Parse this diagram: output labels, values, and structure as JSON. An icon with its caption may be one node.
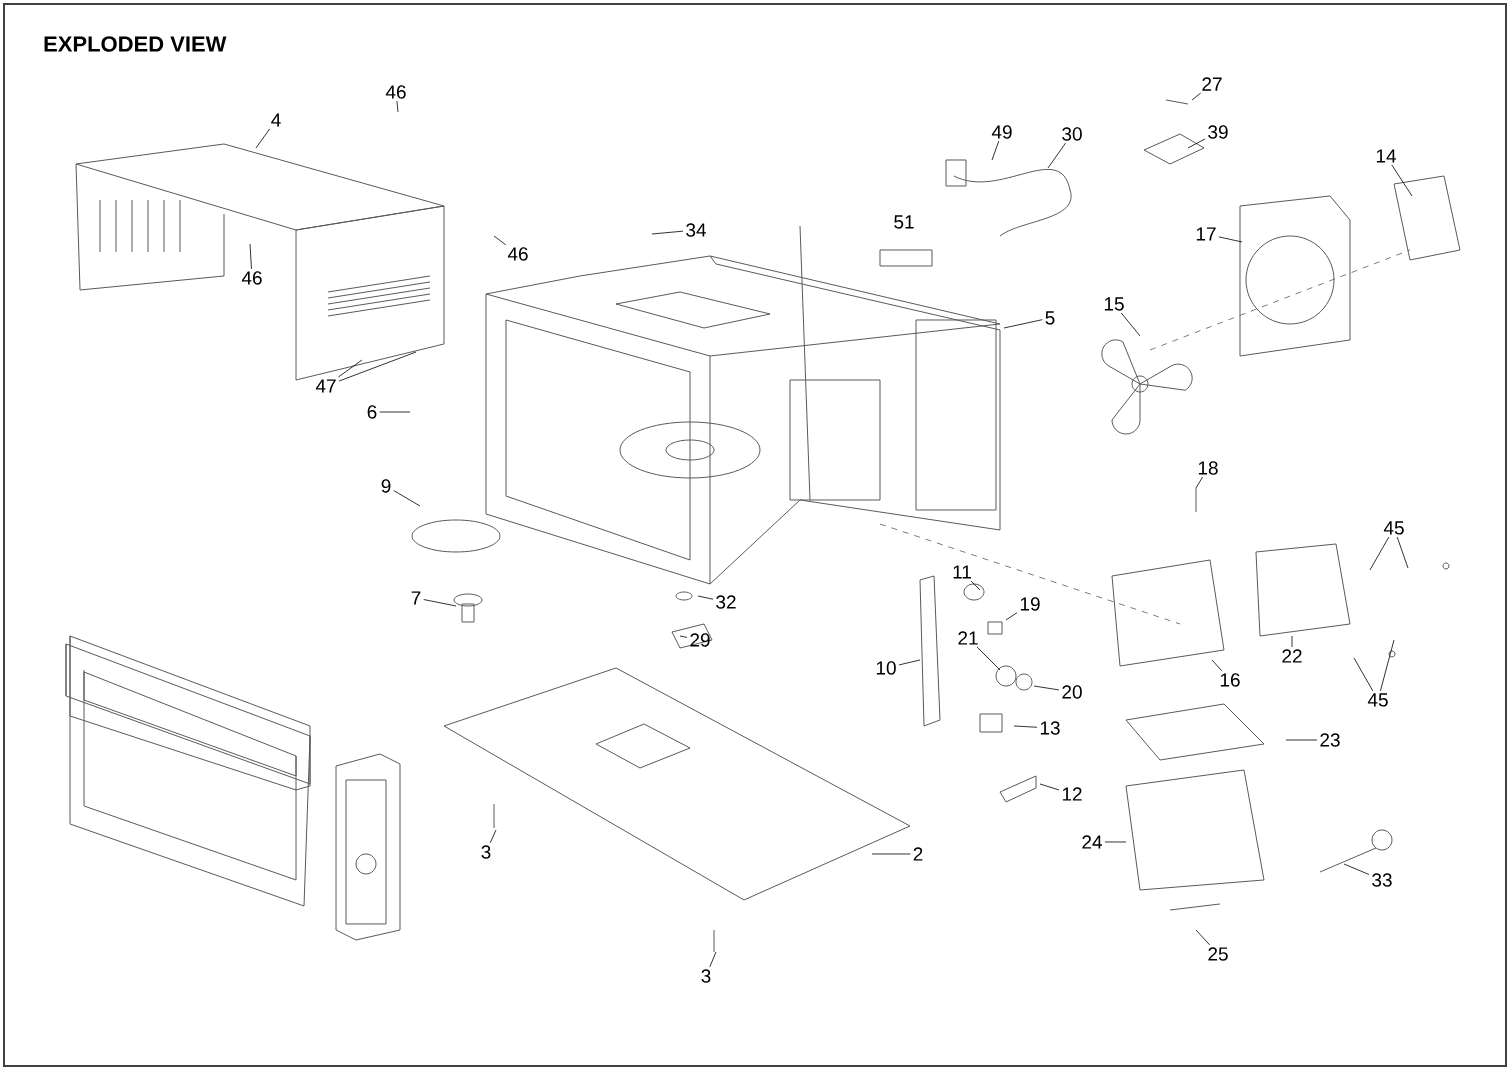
{
  "diagram": {
    "title": "EXPLODED VIEW",
    "nodes": [
      {
        "text": [
          "4"
        ]
      },
      {
        "text": [
          "46"
        ]
      },
      {
        "text": [
          "46"
        ]
      },
      {
        "text": [
          "46"
        ]
      },
      {
        "text": [
          "47"
        ]
      },
      {
        "text": [
          "6"
        ]
      },
      {
        "text": [
          "9"
        ]
      },
      {
        "text": [
          "7"
        ]
      },
      {
        "text": [
          "34"
        ]
      },
      {
        "text": [
          "49"
        ]
      },
      {
        "text": [
          "30"
        ]
      },
      {
        "text": [
          "27"
        ]
      },
      {
        "text": [
          "39"
        ]
      },
      {
        "text": [
          "14"
        ]
      },
      {
        "text": [
          "17"
        ]
      },
      {
        "text": [
          "5"
        ]
      },
      {
        "text": [
          "15"
        ]
      },
      {
        "text": [
          "18"
        ]
      },
      {
        "text": [
          "32"
        ]
      },
      {
        "text": [
          "29"
        ]
      },
      {
        "text": [
          "45"
        ]
      },
      {
        "text": [
          "22"
        ]
      },
      {
        "text": [
          "16"
        ]
      },
      {
        "text": [
          "11"
        ]
      },
      {
        "text": [
          "19"
        ]
      },
      {
        "text": [
          "10"
        ]
      },
      {
        "text": [
          "21"
        ]
      },
      {
        "text": [
          "20"
        ]
      },
      {
        "text": [
          "45"
        ]
      },
      {
        "text": [
          "13"
        ]
      },
      {
        "text": [
          "23"
        ]
      },
      {
        "text": [
          "12"
        ]
      },
      {
        "text": [
          "24"
        ]
      },
      {
        "text": [
          "3"
        ]
      },
      {
        "text": [
          "2"
        ]
      },
      {
        "text": [
          "33"
        ]
      },
      {
        "text": [
          "25"
        ]
      },
      {
        "text": [
          "3"
        ]
      }
    ],
    "edges": [
      {
        "from": 0,
        "to": null,
        "arrow": "none"
      },
      {
        "from": 1,
        "to": null,
        "arrow": "none"
      },
      {
        "from": 2,
        "to": null,
        "arrow": "none"
      },
      {
        "from": 3,
        "to": null,
        "arrow": "none"
      },
      {
        "from": 4,
        "to": null,
        "arrow": "none"
      },
      {
        "from": 4,
        "to": null,
        "arrow": "none"
      },
      {
        "from": 5,
        "to": null,
        "arrow": "none"
      },
      {
        "from": 6,
        "to": null,
        "arrow": "none"
      },
      {
        "from": 7,
        "to": null,
        "arrow": "none"
      },
      {
        "from": 8,
        "to": null,
        "arrow": "none"
      },
      {
        "from": 9,
        "to": null,
        "arrow": "none"
      },
      {
        "from": 10,
        "to": null,
        "arrow": "none"
      },
      {
        "from": 11,
        "to": null,
        "arrow": "none"
      },
      {
        "from": 12,
        "to": null,
        "arrow": "none"
      },
      {
        "from": 13,
        "to": null,
        "arrow": "none"
      },
      {
        "from": 14,
        "to": null,
        "arrow": "none"
      },
      {
        "from": 15,
        "to": null,
        "arrow": "none"
      },
      {
        "from": 16,
        "to": null,
        "arrow": "none"
      },
      {
        "from": 17,
        "to": null,
        "arrow": "none"
      },
      {
        "from": 18,
        "to": null,
        "arrow": "none"
      },
      {
        "from": 19,
        "to": null,
        "arrow": "none"
      },
      {
        "from": 20,
        "to": null,
        "arrow": "none"
      },
      {
        "from": 20,
        "to": null,
        "arrow": "none"
      },
      {
        "from": 21,
        "to": null,
        "arrow": "none"
      },
      {
        "from": 22,
        "to": null,
        "arrow": "none"
      },
      {
        "from": 23,
        "to": null,
        "arrow": "none"
      },
      {
        "from": 24,
        "to": null,
        "arrow": "none"
      },
      {
        "from": 25,
        "to": null,
        "arrow": "none"
      },
      {
        "from": 26,
        "to": null,
        "arrow": "none"
      },
      {
        "from": 27,
        "to": null,
        "arrow": "none"
      },
      {
        "from": 28,
        "to": null,
        "arrow": "none"
      },
      {
        "from": 28,
        "to": null,
        "arrow": "none"
      },
      {
        "from": 29,
        "to": null,
        "arrow": "none"
      },
      {
        "from": 30,
        "to": null,
        "arrow": "none"
      },
      {
        "from": 31,
        "to": null,
        "arrow": "none"
      },
      {
        "from": 32,
        "to": null,
        "arrow": "none"
      },
      {
        "from": 33,
        "to": null,
        "arrow": "none"
      },
      {
        "from": 34,
        "to": null,
        "arrow": "none"
      },
      {
        "from": 35,
        "to": null,
        "arrow": "none"
      },
      {
        "from": 36,
        "to": null,
        "arrow": "none"
      },
      {
        "from": 37,
        "to": null,
        "arrow": "none"
      }
    ],
    "labels": [
      "51"
    ]
  }
}
